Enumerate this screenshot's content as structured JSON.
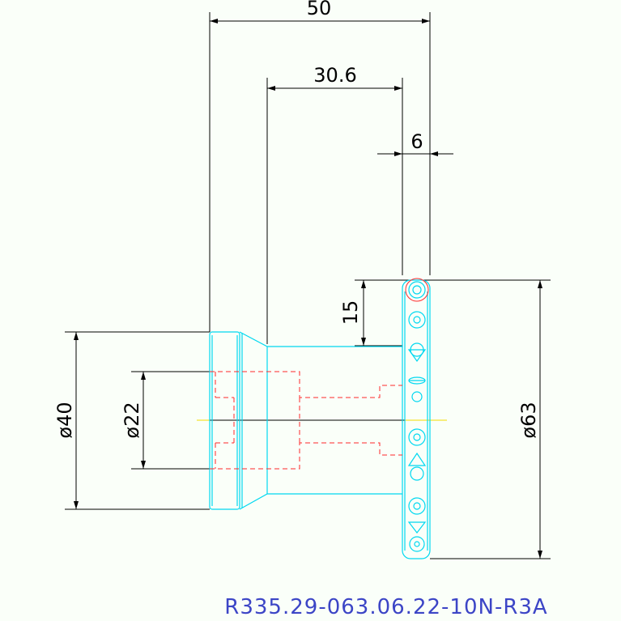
{
  "dimensions": {
    "overall_length": "50",
    "body_length": "30.6",
    "insert_width": "6",
    "insert_height": "15",
    "shank_diameter": "ø40",
    "bore_diameter": "ø22",
    "cutting_diameter": "ø63"
  },
  "part_code": "R335.29-063.06.22-10N-R3A",
  "colors": {
    "outline": "#00d8f0",
    "hidden": "#ff2a2a",
    "centerline": "#f2dc00",
    "dimension": "#000000",
    "label": "#3c45c6"
  }
}
